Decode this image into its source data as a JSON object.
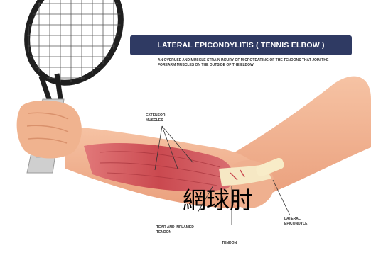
{
  "diagram": {
    "title": "LATERAL EPICONDYLITIS ( TENNIS ELBOW )",
    "subtitle": "AN OVERUSE AND MUSCLE STRAIN INJURY OF MICROTEARING OF THE TENDONS THAT JOIN THE FOREARM MUSCLES ON THE OUTSIDE OF THE ELBOW",
    "labels": {
      "extensor": "EXTENSOR MUSCLES",
      "tear": "TEAR AND INFLAMED TENDON",
      "tendon": "TENDON",
      "lateral": "LATERAL EPICONDYLE"
    },
    "overlay_text": "網球肘"
  },
  "colors": {
    "title_bg": "#2f3a63",
    "skin": "#f2b896",
    "skin_shadow": "#e79f7c",
    "muscle": "#c9474e",
    "tendon": "#f4e6c0",
    "racket": "#1f1f1f",
    "handle": "#c8c8c8"
  }
}
